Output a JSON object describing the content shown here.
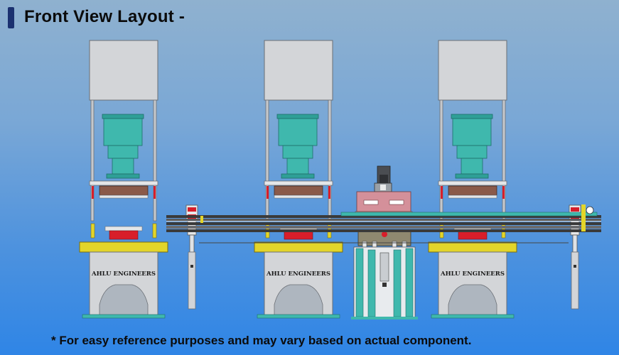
{
  "slide": {
    "title": "Front View Layout -",
    "footnote": "* For easy reference purposes and may vary based on actual component."
  },
  "machine": {
    "stations": [
      {
        "label": "AHLU ENGINEERS"
      },
      {
        "label": "AHLU ENGINEERS"
      },
      {
        "label": "AHLU ENGINEERS"
      }
    ]
  },
  "colors": {
    "frame": "#d3d5d8",
    "head": "#3fb8ad",
    "bolster": "#e3d52a",
    "die": "#d81e2a",
    "pad": "#8a5a4a",
    "conveyor": "#3a3a3a",
    "title_accent": "#1b3170"
  }
}
